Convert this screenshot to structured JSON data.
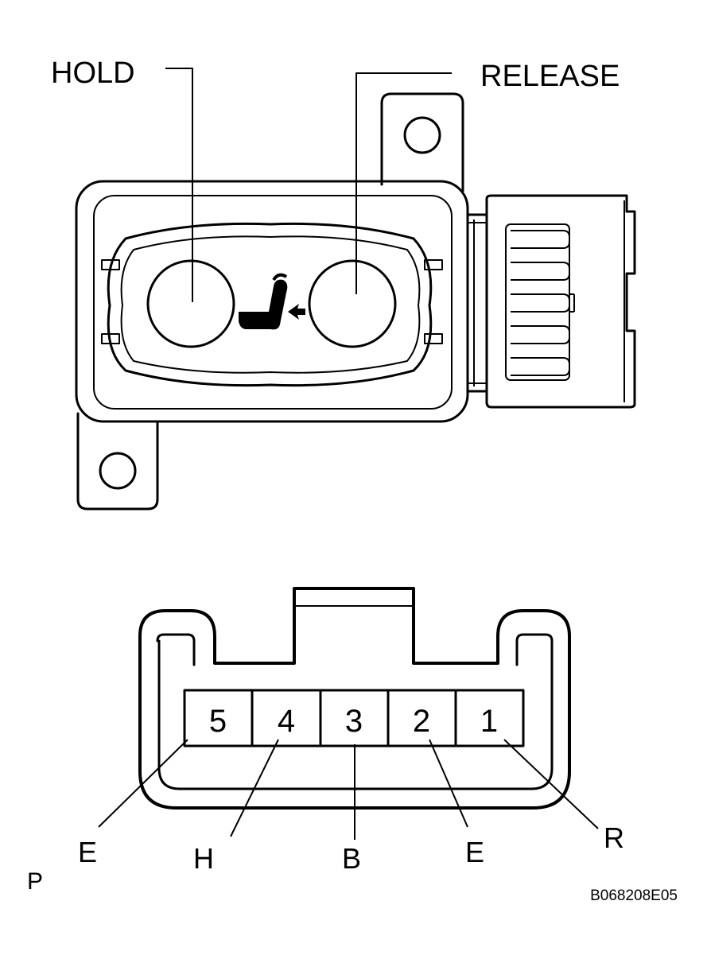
{
  "diagram": {
    "labels": {
      "hold": "HOLD",
      "release": "RELEASE",
      "view_letter": "P",
      "figure_code": "B068208E05"
    },
    "pins": [
      {
        "number": "5",
        "terminal": "E"
      },
      {
        "number": "4",
        "terminal": "H"
      },
      {
        "number": "3",
        "terminal": "B"
      },
      {
        "number": "2",
        "terminal": "E"
      },
      {
        "number": "1",
        "terminal": "R"
      }
    ],
    "icons": [
      "seat-heater-icon",
      "arrow-icon"
    ]
  }
}
